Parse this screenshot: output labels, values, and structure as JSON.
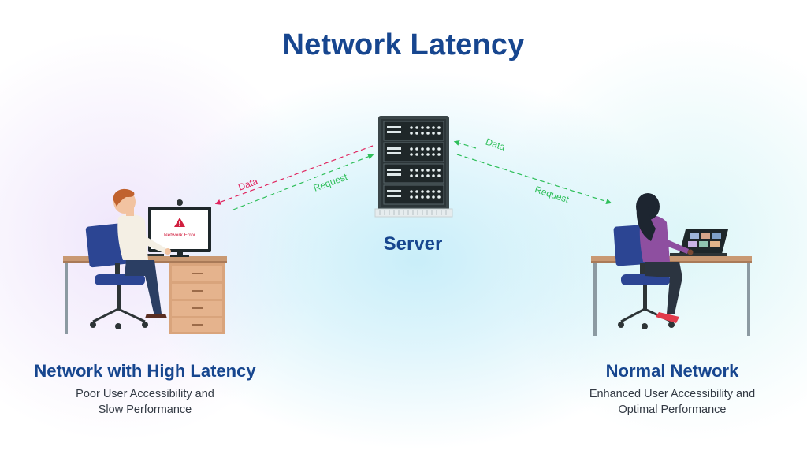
{
  "title": "Network Latency",
  "server": {
    "label": "Server"
  },
  "left_panel": {
    "heading": "Network with High Latency",
    "description_lines": [
      "Poor User Accessibility and",
      "Slow Performance"
    ],
    "monitor_text": "Network Error"
  },
  "right_panel": {
    "heading": "Normal Network",
    "description_lines": [
      "Enhanced User Accessibility and",
      "Optimal Performance"
    ]
  },
  "flows": {
    "left_data": "Data",
    "left_request": "Request",
    "right_data": "Data",
    "right_request": "Request"
  },
  "colors": {
    "title": "#17468f",
    "data_slow": "#e0245e",
    "request": "#2fbf5a",
    "desk_wood": "#d9a47c",
    "chair": "#2c4593",
    "server_body": "#2f3a3e"
  }
}
